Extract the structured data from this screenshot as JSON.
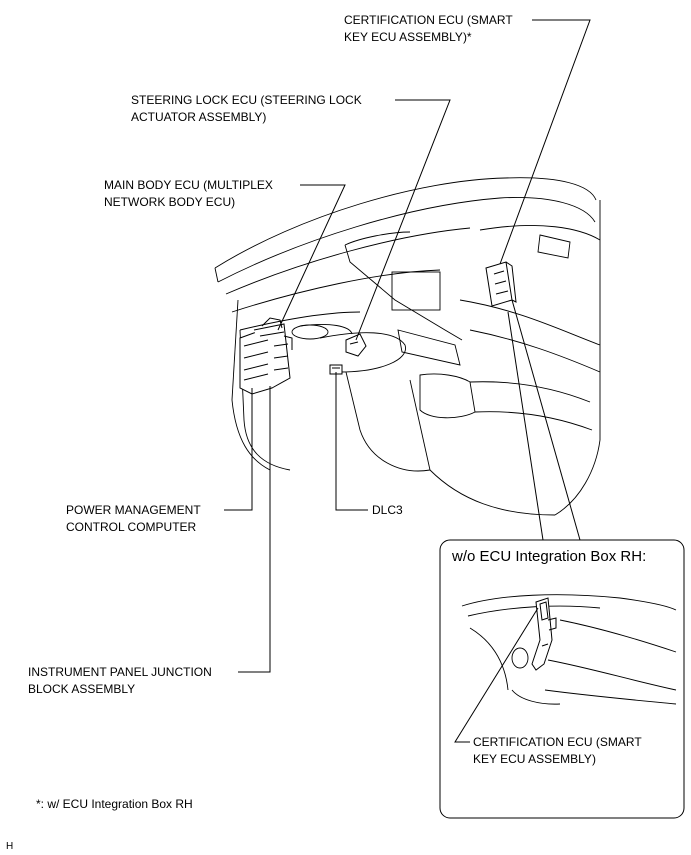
{
  "labels": {
    "certification_ecu": [
      "CERTIFICATION ECU (SMART",
      "KEY ECU ASSEMBLY)*"
    ],
    "steering_lock_ecu": [
      "STEERING LOCK ECU (STEERING LOCK",
      "ACTUATOR ASSEMBLY)"
    ],
    "main_body_ecu": [
      "MAIN BODY ECU (MULTIPLEX",
      "NETWORK BODY ECU)"
    ],
    "power_management": [
      "POWER MANAGEMENT",
      "CONTROL COMPUTER"
    ],
    "dlc3": "DLC3",
    "instrument_panel_jb": [
      "INSTRUMENT PANEL JUNCTION",
      "BLOCK ASSEMBLY"
    ]
  },
  "inset": {
    "title": "w/o ECU Integration Box RH:",
    "certification_ecu": [
      "CERTIFICATION ECU (SMART",
      "KEY ECU ASSEMBLY)"
    ]
  },
  "footnote": "*: w/ ECU Integration Box RH",
  "corner_code": "H"
}
